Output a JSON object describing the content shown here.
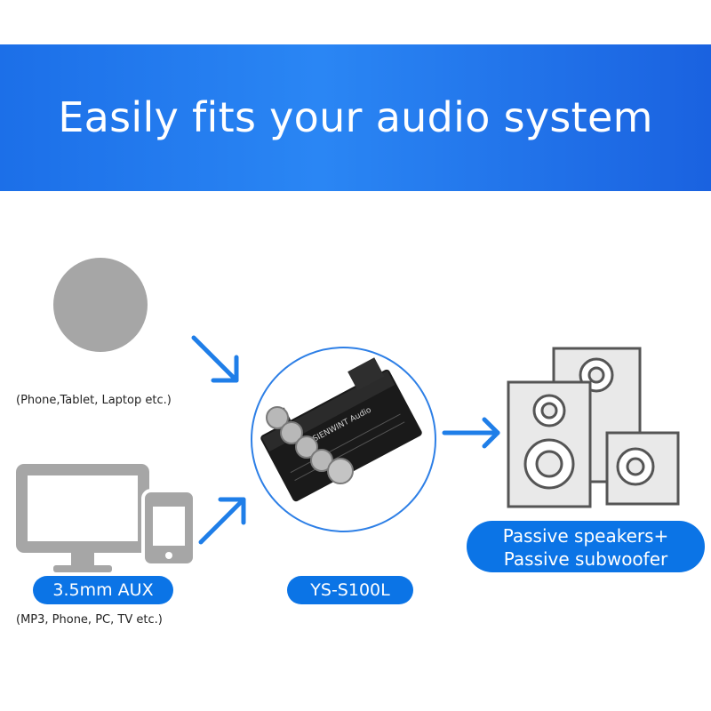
{
  "banner": {
    "title": "Easily fits your audio system"
  },
  "sources": {
    "top_caption": "(Phone,Tablet, Laptop etc.)",
    "aux_label": "3.5mm AUX",
    "aux_caption": "(MP3, Phone, PC, TV etc.)"
  },
  "product": {
    "model_label": "YS-S100L",
    "board_text": "SIENWINT Audio"
  },
  "output": {
    "label_line1": "Passive speakers+",
    "label_line2": "Passive subwoofer"
  },
  "colors": {
    "accent": "#0b74e6",
    "arrow": "#1f7ee8",
    "device_gray": "#a6a6a6"
  },
  "icons": [
    "bluetooth-source-circle",
    "monitor-icon",
    "phone-icon",
    "arrow-icon",
    "amplifier-board",
    "speakers-icon"
  ]
}
